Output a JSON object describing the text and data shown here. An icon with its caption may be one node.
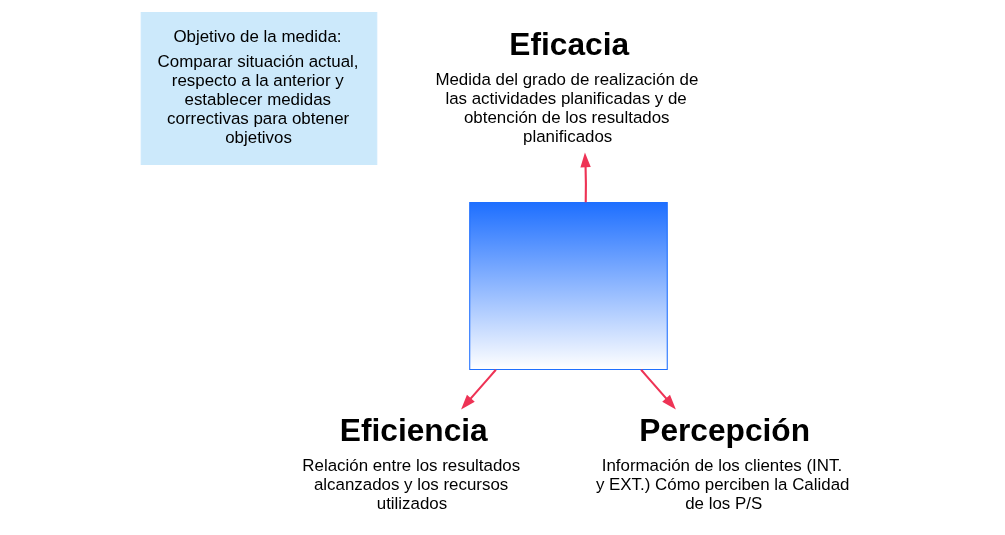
{
  "diagram": {
    "nodes": [
      {
        "text": [
          "Objetivo de la medida:",
          "Comparar situación actual, respecto a la anterior y establecer medidas correctivas para obtener objetivos"
        ]
      },
      {
        "text": [
          "Eficacia"
        ],
        "beside": [
          "Medida del grado de realización de las actividades planificadas y de obtención de los resultados planificados"
        ]
      },
      {
        "text": [
          "Eficiencia"
        ],
        "beside": [
          "Relación entre los resultados alcanzados y los recursos utilizados"
        ]
      },
      {
        "text": [
          "Percepción"
        ],
        "beside": [
          "Información de los clientes (INT. y EXT.) Cómo perciben la Calidad de los P/S"
        ]
      },
      {
        "text": [],
        "shape": "box"
      }
    ],
    "edges": [
      {
        "from": 4,
        "to": 1,
        "arrow": "to"
      },
      {
        "from": 4,
        "to": 2,
        "arrow": "to"
      },
      {
        "from": 4,
        "to": 3,
        "arrow": "to"
      }
    ]
  }
}
